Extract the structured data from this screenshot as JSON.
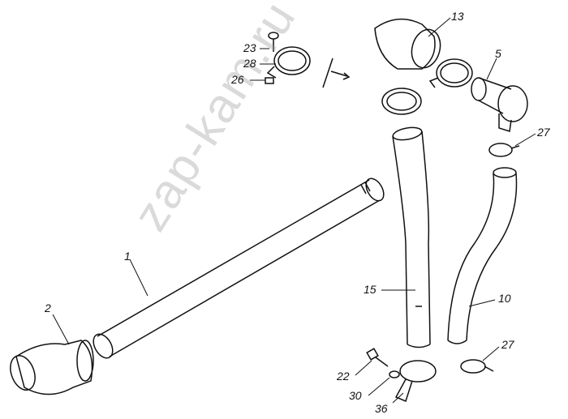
{
  "title": "Exploded parts diagram: pipes, hoses and clamps",
  "watermark": "zap-kam.ru",
  "callouts": {
    "p23": "23",
    "p28": "28",
    "p26": "26",
    "p13": "13",
    "p5": "5",
    "p27a": "27",
    "p1": "1",
    "p2": "2",
    "p15": "15",
    "p10": "10",
    "p27b": "27",
    "p22": "22",
    "p30": "30",
    "p36": "36"
  }
}
